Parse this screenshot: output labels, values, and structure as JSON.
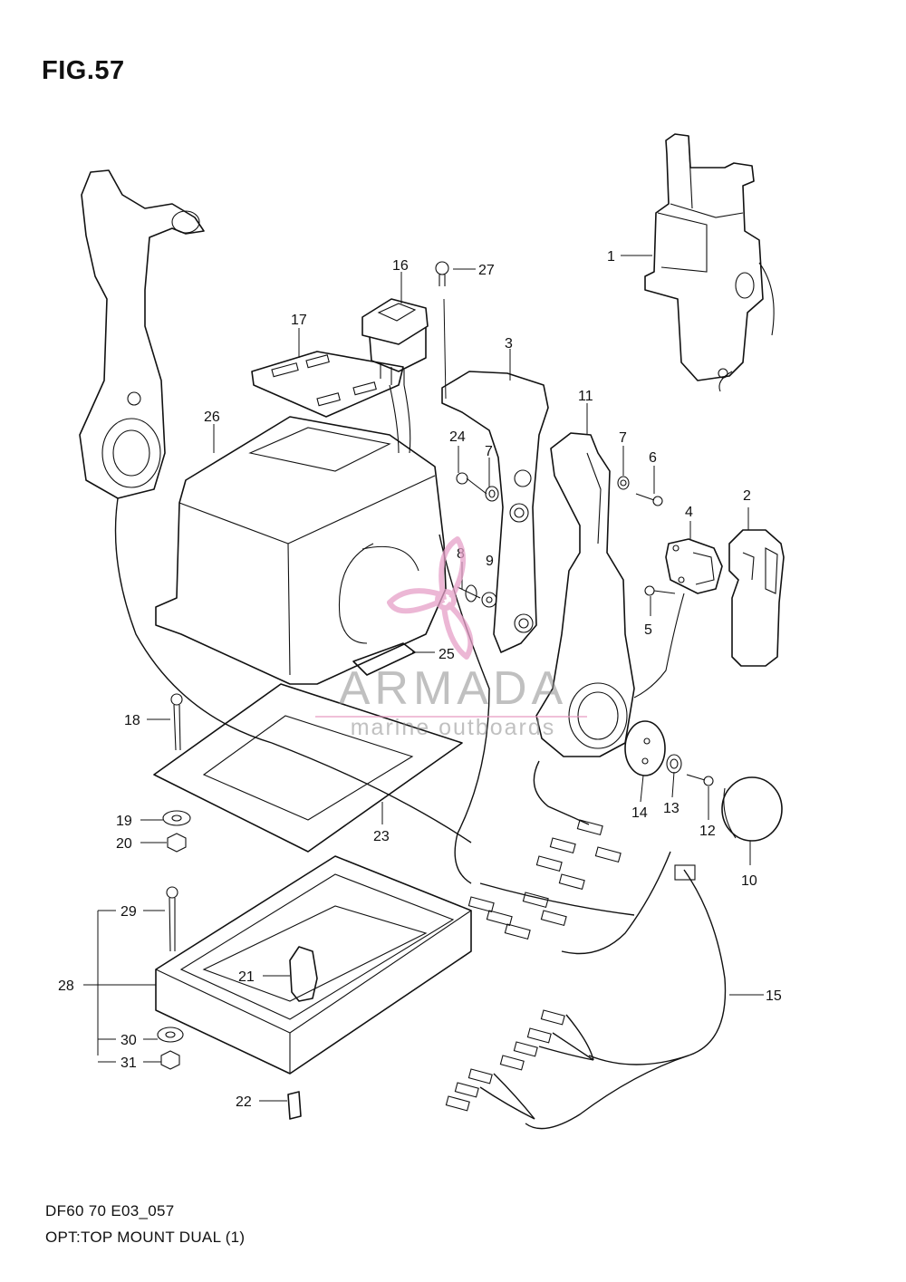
{
  "figure": {
    "title": "FIG.57",
    "model_code": "DF60 70 E03_057",
    "description": "OPT:TOP MOUNT DUAL (1)"
  },
  "watermark": {
    "brand": "ARMADA",
    "subtitle": "marine outboards",
    "color": "#e6a0c8"
  },
  "callouts": [
    {
      "id": "1",
      "label": "1"
    },
    {
      "id": "2",
      "label": "2"
    },
    {
      "id": "3",
      "label": "3"
    },
    {
      "id": "4",
      "label": "4"
    },
    {
      "id": "5",
      "label": "5"
    },
    {
      "id": "6",
      "label": "6"
    },
    {
      "id": "7a",
      "label": "7"
    },
    {
      "id": "7b",
      "label": "7"
    },
    {
      "id": "8",
      "label": "8"
    },
    {
      "id": "9",
      "label": "9"
    },
    {
      "id": "10",
      "label": "10"
    },
    {
      "id": "11",
      "label": "11"
    },
    {
      "id": "12",
      "label": "12"
    },
    {
      "id": "13",
      "label": "13"
    },
    {
      "id": "14",
      "label": "14"
    },
    {
      "id": "15",
      "label": "15"
    },
    {
      "id": "16",
      "label": "16"
    },
    {
      "id": "17",
      "label": "17"
    },
    {
      "id": "18",
      "label": "18"
    },
    {
      "id": "19",
      "label": "19"
    },
    {
      "id": "20",
      "label": "20"
    },
    {
      "id": "21",
      "label": "21"
    },
    {
      "id": "22",
      "label": "22"
    },
    {
      "id": "23",
      "label": "23"
    },
    {
      "id": "24",
      "label": "24"
    },
    {
      "id": "25",
      "label": "25"
    },
    {
      "id": "26",
      "label": "26"
    },
    {
      "id": "27",
      "label": "27"
    },
    {
      "id": "28",
      "label": "28"
    },
    {
      "id": "29",
      "label": "29"
    },
    {
      "id": "30",
      "label": "30"
    },
    {
      "id": "31",
      "label": "31"
    }
  ]
}
